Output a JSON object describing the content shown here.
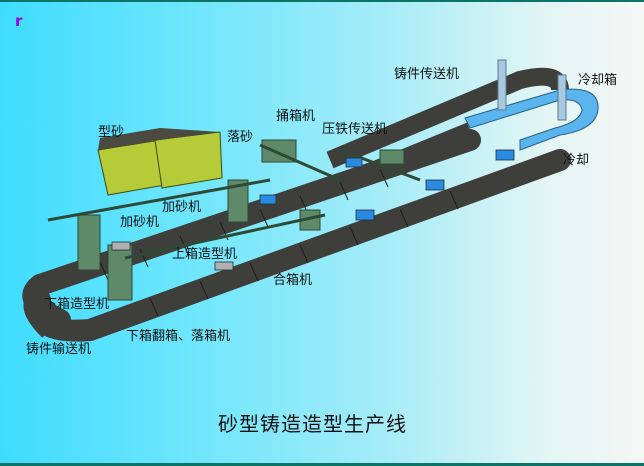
{
  "marker": "r",
  "title": "砂型铸造造型生产线",
  "labels": {
    "casting_conveyor_top": "铸件传送机",
    "cooling_box": "冷却箱",
    "cooling": "冷却",
    "flask_pusher": "捅箱机",
    "weight_conveyor": "压铁传送机",
    "molding_sand": "型砂",
    "sand_drop": "落砂",
    "sand_adder_upper": "加砂机",
    "sand_adder_lower": "加砂机",
    "cope_molding_machine": "上箱造型机",
    "closing_machine": "合箱机",
    "drag_molding_machine": "下箱造型机",
    "drag_flip_machine": "下箱翻箱、落箱机",
    "casting_conveyor_bottom": "铸件输送机"
  },
  "colors": {
    "belt": "#4a4a46",
    "frame": "#5f8a6a",
    "hopper": "#b5cc38",
    "mold_blue": "#2a8ae0",
    "cooler": "#5ab4ee",
    "marker": "#a000e0"
  }
}
